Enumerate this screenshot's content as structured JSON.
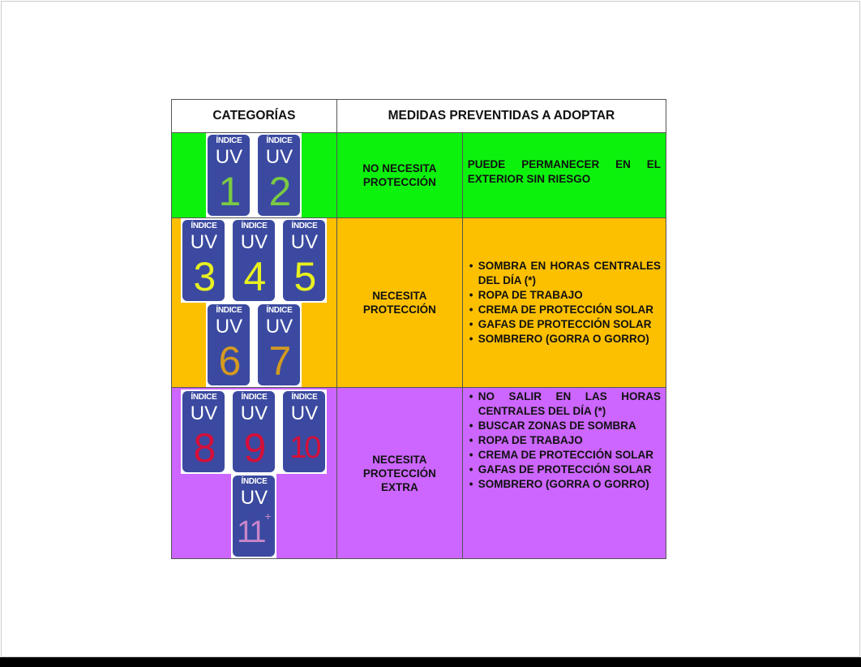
{
  "headers": {
    "categories": "CATEGORÍAS",
    "measures": "MEDIDAS PREVENTIDAS A ADOPTAR"
  },
  "badge_label": "ÍNDICE",
  "badge_uv": "UV",
  "rows": [
    {
      "level": "NO NECESITA PROTECCIÓN",
      "color": "#0df20d",
      "badges": [
        [
          {
            "n": "1",
            "c": "#7ac943"
          },
          {
            "n": "2",
            "c": "#7ac943"
          }
        ]
      ],
      "text": "PUEDE PERMANECER EN EL EXTERIOR SIN RIESGO"
    },
    {
      "level": "NECESITA PROTECCIÓN",
      "color": "#fdc000",
      "badges": [
        [
          {
            "n": "3",
            "c": "#e8f020"
          },
          {
            "n": "4",
            "c": "#e8f020"
          },
          {
            "n": "5",
            "c": "#e8f020"
          }
        ],
        [
          {
            "n": "6",
            "c": "#d49a20"
          },
          {
            "n": "7",
            "c": "#d49a20"
          }
        ]
      ],
      "items": [
        "SOMBRA EN HORAS CENTRALES DEL DÍA (*)",
        "ROPA DE TRABAJO",
        "CREMA DE PROTECCIÓN SOLAR",
        "GAFAS DE PROTECCIÓN SOLAR",
        "SOMBRERO (GORRA O GORRO)"
      ]
    },
    {
      "level": "NECESITA PROTECCIÓN EXTRA",
      "color": "#cc66ff",
      "badges": [
        [
          {
            "n": "8",
            "c": "#d5103a"
          },
          {
            "n": "9",
            "c": "#d5103a"
          },
          {
            "n": "10",
            "c": "#d5103a"
          }
        ],
        [
          {
            "n": "11",
            "c": "#c985c9",
            "sup": "+"
          }
        ]
      ],
      "items": [
        "NO SALIR EN LAS HORAS CENTRALES DEL DÍA (*)",
        "BUSCAR ZONAS DE SOMBRA",
        "ROPA DE TRABAJO",
        "CREMA DE PROTECCIÓN SOLAR",
        "GAFAS DE PROTECCIÓN SOLAR",
        "SOMBRERO (GORRA O GORRO)"
      ]
    }
  ]
}
